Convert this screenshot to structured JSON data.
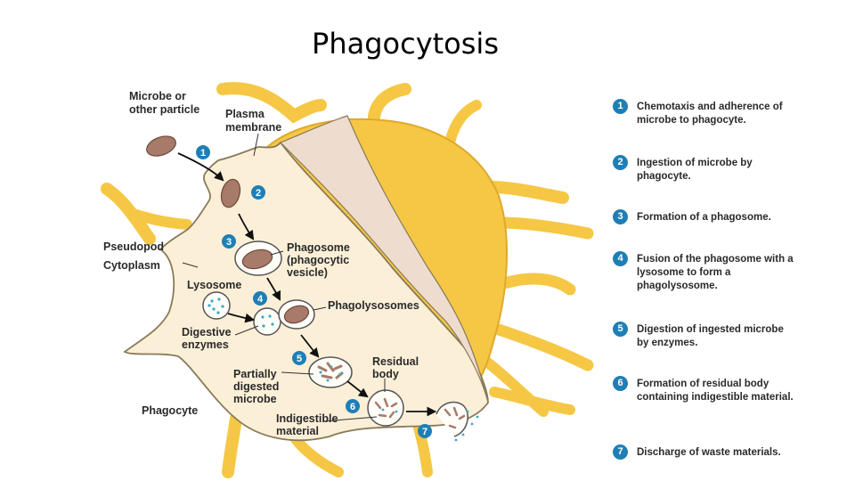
{
  "title": "Phagocytosis",
  "labels": {
    "microbe": [
      "Microbe or",
      "other particle"
    ],
    "plasma_membrane": [
      "Plasma",
      "membrane"
    ],
    "pseudopod": "Pseudopod",
    "cytoplasm": "Cytoplasm",
    "phagosome": [
      "Phagosome",
      "(phagocytic",
      "vesicle)"
    ],
    "lysosome": "Lysosome",
    "phagolysosomes": "Phagolysosomes",
    "digestive_enzymes": [
      "Digestive",
      "enzymes"
    ],
    "partially_digested": [
      "Partially",
      "digested",
      "microbe"
    ],
    "residual_body": [
      "Residual",
      "body"
    ],
    "indigestible_material": [
      "Indigestible",
      "material"
    ],
    "phagocyte": "Phagocyte"
  },
  "step_numbers": [
    "1",
    "2",
    "3",
    "4",
    "5",
    "6",
    "7"
  ],
  "steps": [
    {
      "num": "1",
      "text": "Chemotaxis and adherence of microbe to phagocyte."
    },
    {
      "num": "2",
      "text": "Ingestion of microbe by phagocyte."
    },
    {
      "num": "3",
      "text": "Formation of a phagosome."
    },
    {
      "num": "4",
      "text": "Fusion of the phagosome with a lysosome to form a phagolysosome."
    },
    {
      "num": "5",
      "text": "Digestion of ingested microbe by enzymes."
    },
    {
      "num": "6",
      "text": "Formation of residual body containing indigestible material."
    },
    {
      "num": "7",
      "text": "Discharge of waste materials."
    }
  ],
  "colors": {
    "cell_yellow": "#f5c744",
    "cytoplasm": "#fbefd8",
    "cut_face": "#eedcce",
    "microbe": "#a87a6a",
    "enzyme_dots": "#3aa8c8",
    "step_badge": "#1f7fb5"
  }
}
